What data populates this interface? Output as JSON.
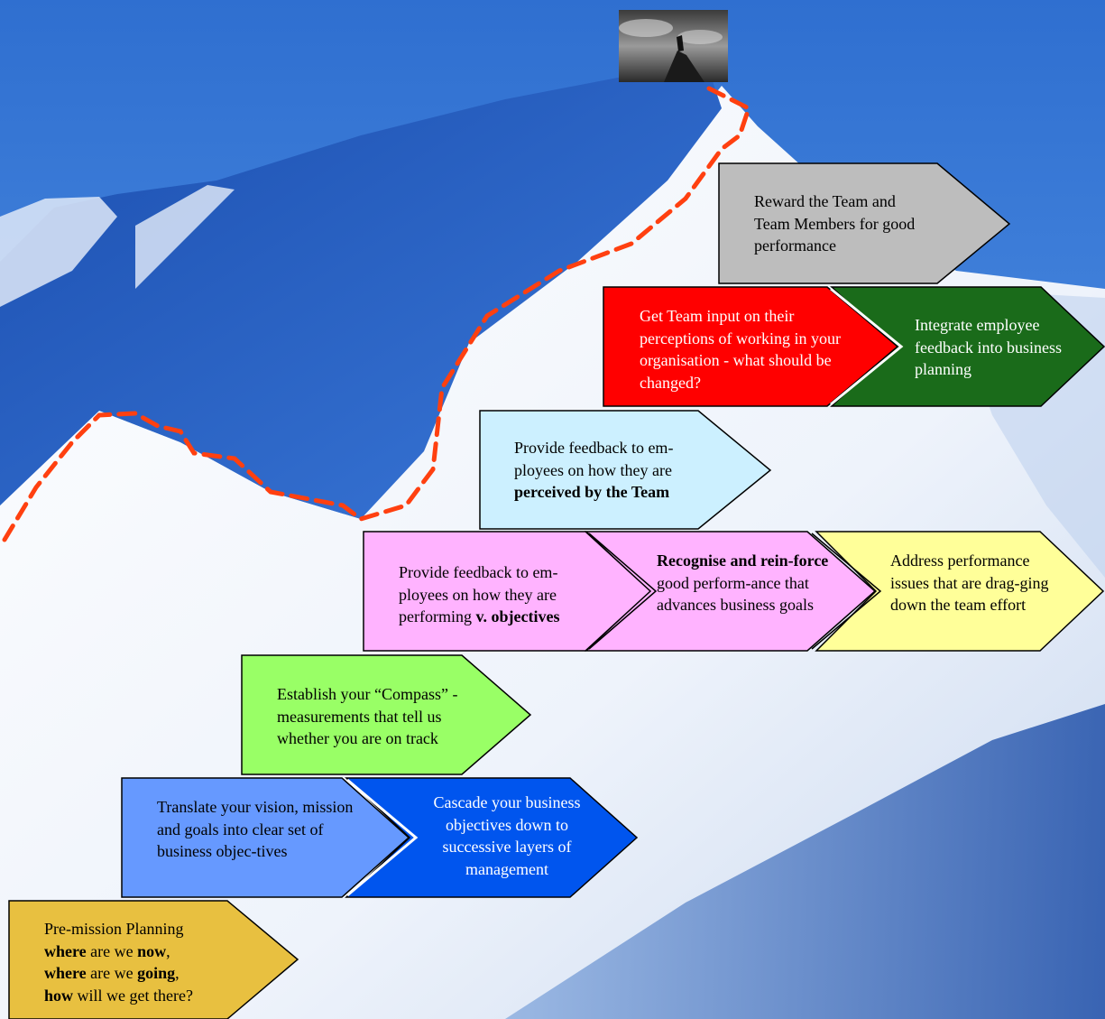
{
  "steps": {
    "reward": {
      "text": "Reward the Team and Team Members for good performance",
      "color": "#bdbdbd"
    },
    "team_input": {
      "text": "Get Team input on their perceptions of working in your organisation - what should be changed?",
      "color": "#ff0000"
    },
    "integrate": {
      "text": "Integrate employee feedback into business planning",
      "color": "#1a6b1a"
    },
    "perceived": {
      "pre": "Provide feedback to em-ployees on how they are",
      "bold": "perceived by the Team",
      "color": "#ccf0ff"
    },
    "objectives": {
      "pre": "Provide feedback to em-ployees on how they are performing",
      "bold": "v. objectives",
      "color": "#ffb3ff"
    },
    "recognise": {
      "bold": "Recognise and rein-force",
      "post": "good perform-ance that advances business goals",
      "color": "#ffb3ff"
    },
    "address": {
      "text": "Address performance issues that are drag-ging down the team effort",
      "color": "#ffff99"
    },
    "compass": {
      "text": "Establish your “Compass” - measurements that tell us whether you are on track",
      "color": "#99ff66"
    },
    "translate": {
      "text": "Translate your vision, mission and goals into clear set of business objec-tives",
      "color": "#6699ff"
    },
    "cascade": {
      "text": "Cascade your business objectives down to successive layers of management",
      "color": "#0055ee"
    },
    "premission": {
      "title": "Pre-mission Planning",
      "l1_b1": "where",
      "l1_t1": "are we",
      "l1_b2": "now",
      "l1_end": ",",
      "l2_b1": "where",
      "l2_t1": "are we",
      "l2_b2": "going",
      "l2_end": ",",
      "l3_b1": "how",
      "l3_t1": "will we get there?",
      "color": "#e8c040"
    }
  },
  "route_color": "#ff4010"
}
